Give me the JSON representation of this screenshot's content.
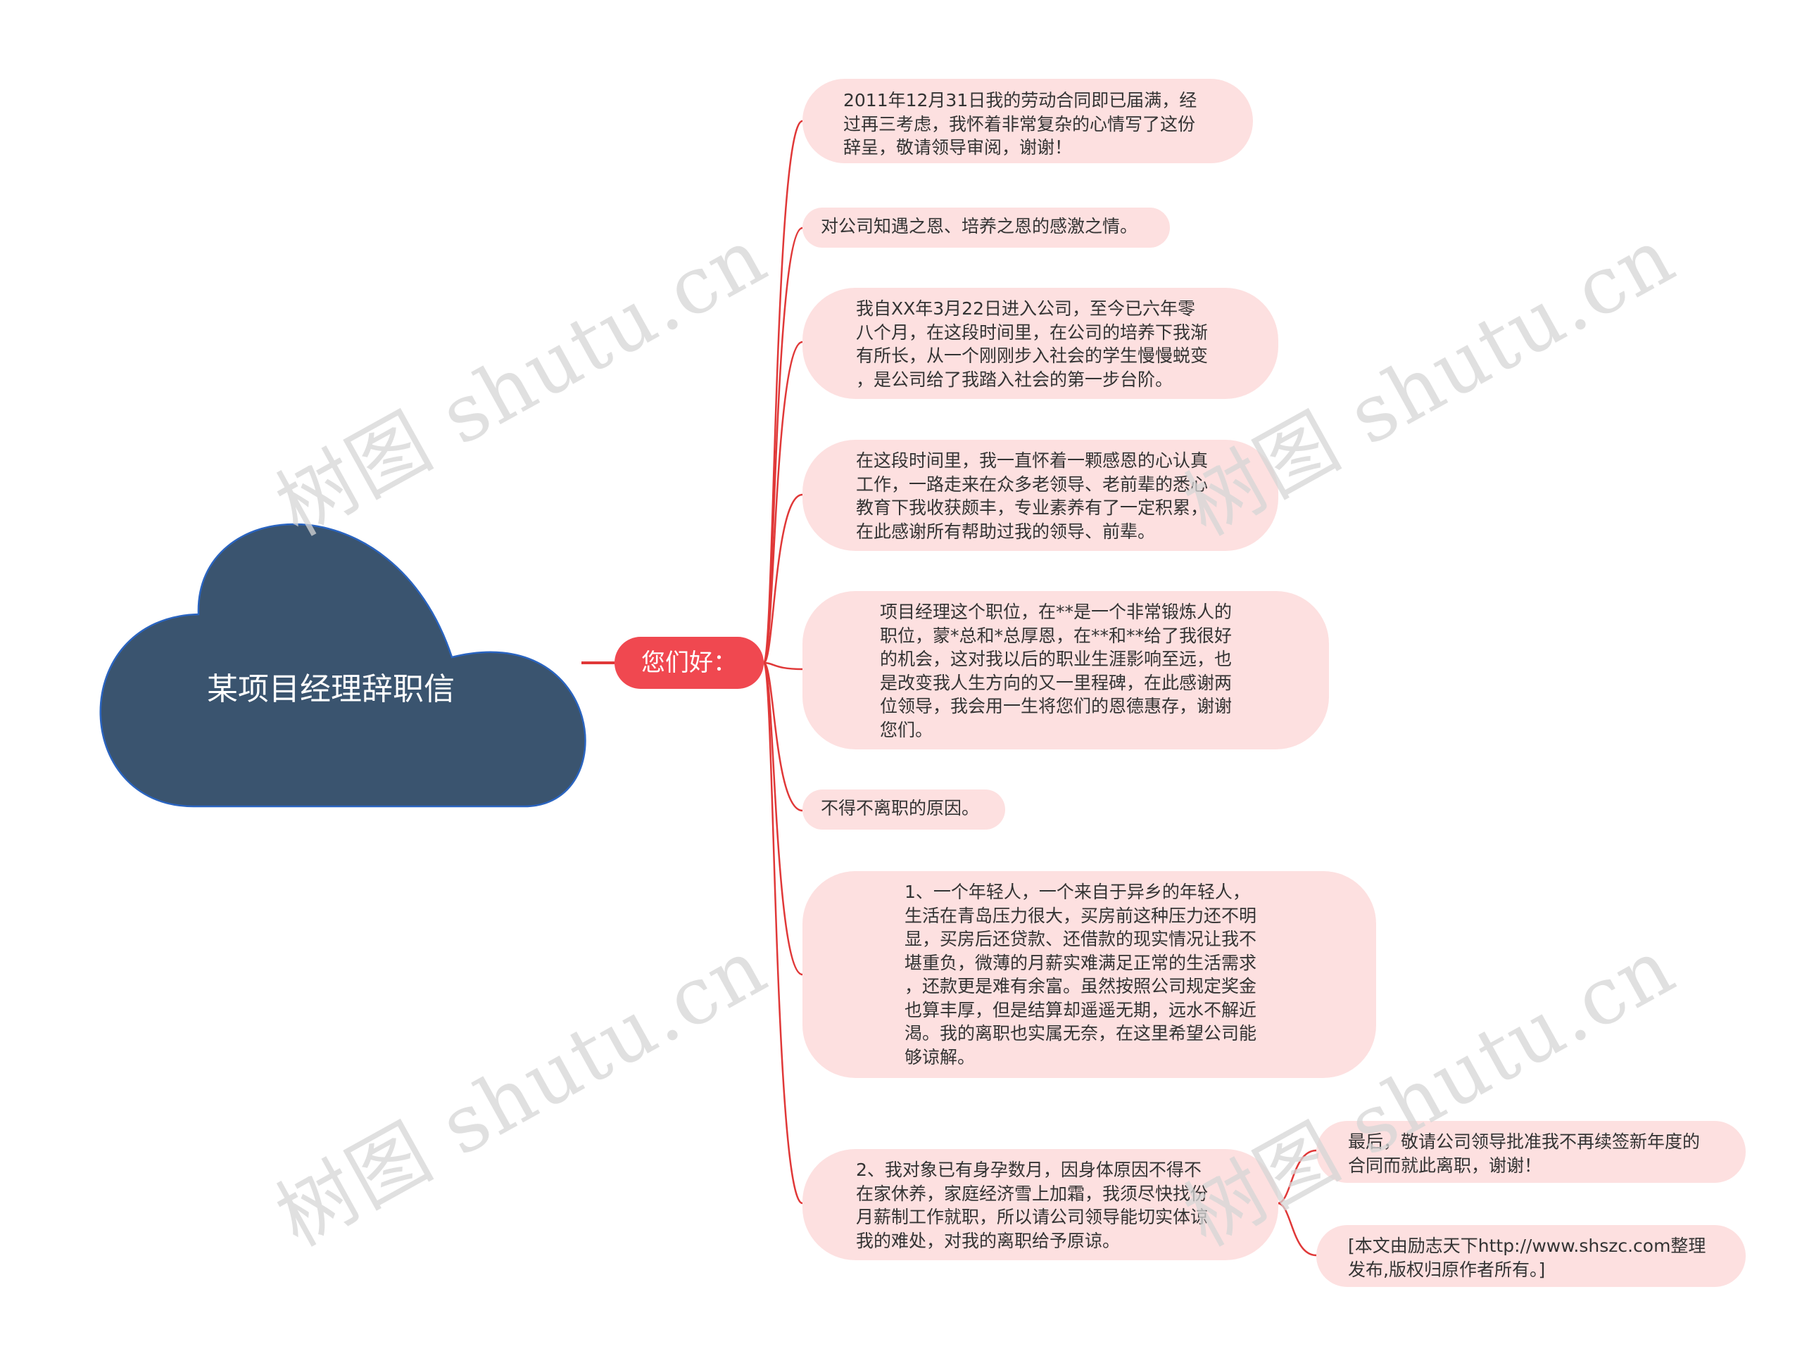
{
  "root": {
    "title": "某项目经理辞职信"
  },
  "hub": {
    "label": "您们好："
  },
  "children": [
    {
      "text": "2011年12月31日我的劳动合同即已届满，经\n过再三考虑，我怀着非常复杂的心情写了这份\n辞呈，敬请领导审阅，谢谢！"
    },
    {
      "text": "对公司知遇之恩、培养之恩的感激之情。"
    },
    {
      "text": "我自XX年3月22日进入公司，至今已六年零\n八个月，在这段时间里，在公司的培养下我渐\n有所长，从一个刚刚步入社会的学生慢慢蜕变\n，是公司给了我踏入社会的第一步台阶。"
    },
    {
      "text": "在这段时间里，我一直怀着一颗感恩的心认真\n工作，一路走来在众多老领导、老前辈的悉心\n教育下我收获颇丰，专业素养有了一定积累，\n在此感谢所有帮助过我的领导、前辈。"
    },
    {
      "text": "项目经理这个职位，在**是一个非常锻炼人的\n职位，蒙*总和*总厚恩，在**和**给了我很好\n的机会，这对我以后的职业生涯影响至远，也\n是改变我人生方向的又一里程碑，在此感谢两\n位领导，我会用一生将您们的恩德惠存，谢谢\n您们。"
    },
    {
      "text": "不得不离职的原因。"
    },
    {
      "text": "1、一个年轻人，一个来自于异乡的年轻人，\n生活在青岛压力很大，买房前这种压力还不明\n显，买房后还贷款、还借款的现实情况让我不\n堪重负，微薄的月薪实难满足正常的生活需求\n，还款更是难有余富。虽然按照公司规定奖金\n也算丰厚，但是结算却遥遥无期，远水不解近\n渴。我的离职也实属无奈，在这里希望公司能\n够谅解。"
    },
    {
      "text": "2、我对象已有身孕数月，因身体原因不得不\n在家休养，家庭经济雪上加霜，我须尽快找份\n月薪制工作就职，所以请公司领导能切实体谅\n我的难处，对我的离职给予原谅。"
    }
  ],
  "grandchildren": [
    {
      "text": "最后，敬请公司领导批准我不再续签新年度的\n合同而就此离职，谢谢！"
    },
    {
      "text": "[本文由励志天下http://www.shszc.com整理\n发布,版权归原作者所有。]"
    }
  ],
  "watermark": "树图 shutu.cn",
  "colors": {
    "root_fill": "#3a546f",
    "root_outline": "#2a64c0",
    "hub_fill": "#f04850",
    "node_fill": "#fde0e0",
    "connector": "#e03838",
    "watermark": "#d6d6d6"
  }
}
